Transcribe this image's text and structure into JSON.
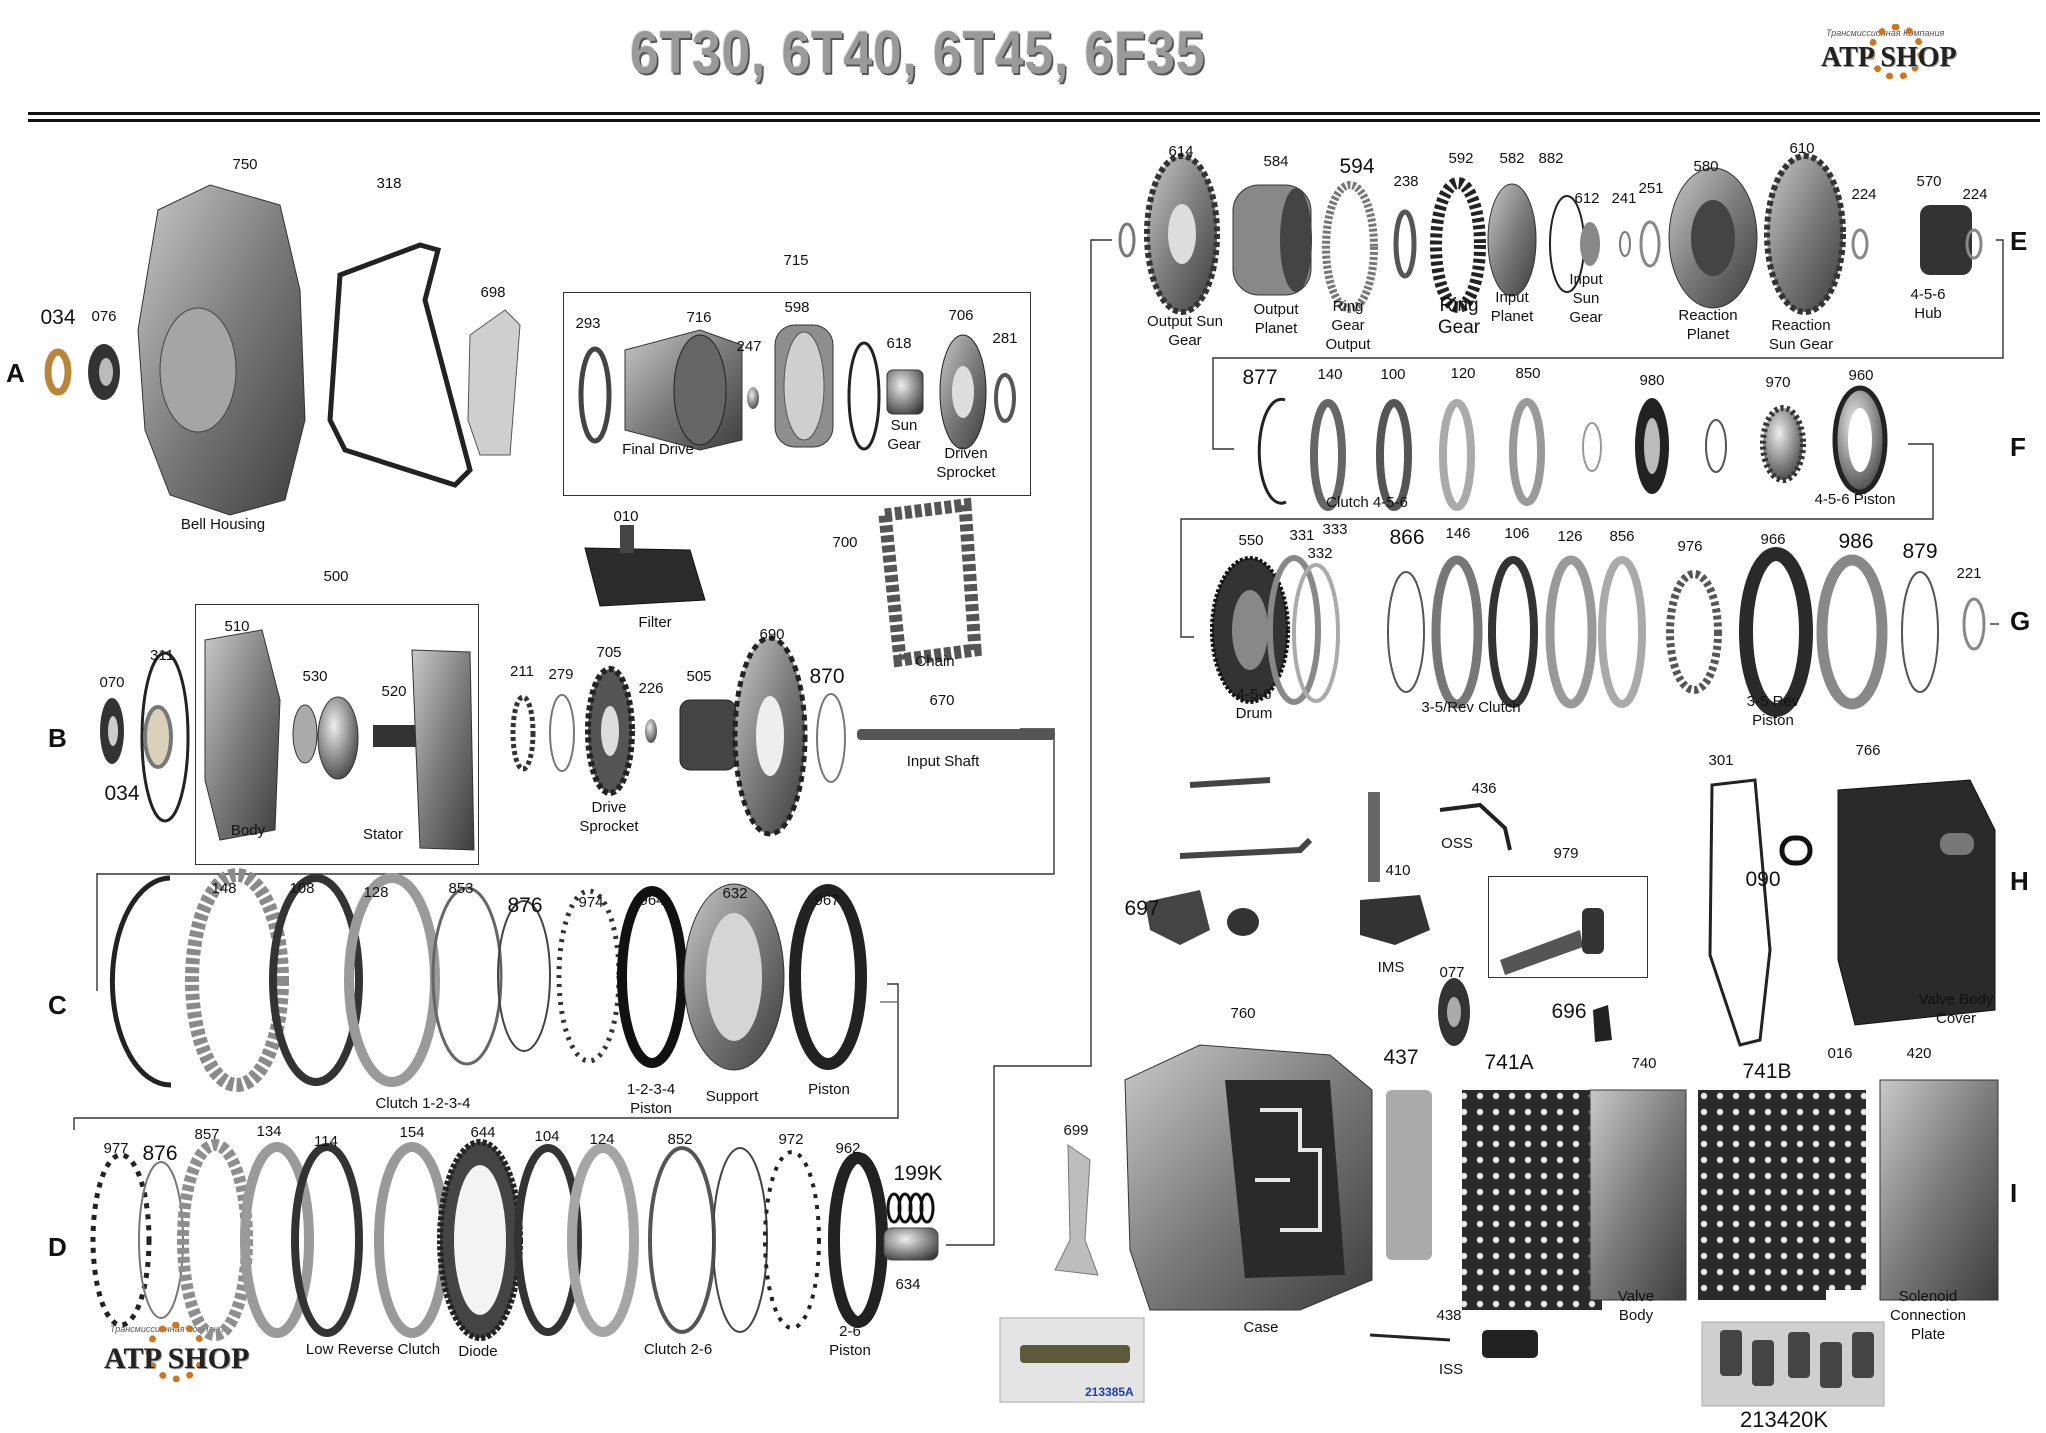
{
  "title": "6T30, 6T40, 6T45, 6F35",
  "logo": {
    "brand": "ATP SHOP",
    "tagline": "Трансмиссионная Компания"
  },
  "rows": [
    "A",
    "B",
    "C",
    "D",
    "E",
    "F",
    "G",
    "H",
    "I"
  ],
  "numbers": {
    "n750": "750",
    "n318": "318",
    "n698": "698",
    "n034a": "034",
    "n076": "076",
    "n715": "715",
    "n293": "293",
    "n716": "716",
    "n598": "598",
    "n247": "247",
    "n618": "618",
    "n706": "706",
    "n281": "281",
    "n010": "010",
    "n700": "700",
    "n500": "500",
    "n510": "510",
    "n530": "530",
    "n520": "520",
    "n070": "070",
    "n311": "311",
    "n034b": "034",
    "n211": "211",
    "n279": "279",
    "n705": "705",
    "n226": "226",
    "n505": "505",
    "n690": "690",
    "n870": "870",
    "n670": "670",
    "n148": "148",
    "n108": "108",
    "n128": "128",
    "n853": "853",
    "n876a": "876",
    "n974": "974",
    "n964": "964",
    "n632": "632",
    "n967": "967",
    "n977": "977",
    "n876b": "876",
    "n857": "857",
    "n134": "134",
    "n114": "114",
    "n154": "154",
    "n644": "644",
    "n104": "104",
    "n124": "124",
    "n852": "852",
    "n972": "972",
    "n962": "962",
    "n199k": "199K",
    "n634": "634",
    "n614": "614",
    "n584": "584",
    "n594": "594",
    "n238": "238",
    "n592": "592",
    "n582": "582",
    "n882": "882",
    "n612": "612",
    "n241": "241",
    "n251": "251",
    "n580": "580",
    "n610": "610",
    "n224a": "224",
    "n570": "570",
    "n224b": "224",
    "n877": "877",
    "n140": "140",
    "n100": "100",
    "n120": "120",
    "n850": "850",
    "n980": "980",
    "n970": "970",
    "n960": "960",
    "n550": "550",
    "n331": "331",
    "n333": "333",
    "n332": "332",
    "n866": "866",
    "n146": "146",
    "n106": "106",
    "n126": "126",
    "n856": "856",
    "n976": "976",
    "n966": "966",
    "n986": "986",
    "n879": "879",
    "n221": "221",
    "n436": "436",
    "n410": "410",
    "n979": "979",
    "n697": "697",
    "n077": "077",
    "n696": "696",
    "n301": "301",
    "n090": "090",
    "n766": "766",
    "n760": "760",
    "n699": "699",
    "n437": "437",
    "n741a": "741A",
    "n740": "740",
    "n741b": "741B",
    "n016": "016",
    "n420": "420",
    "n438": "438",
    "n213420k": "213420K",
    "n213385a": "213385A"
  },
  "captions": {
    "bell_housing": "Bell Housing",
    "final_drive": "Final Drive",
    "sun_gear": "Sun\nGear",
    "driven_sprocket": "Driven\nSprocket",
    "filter": "Filter",
    "chain": "Chain",
    "body": "Body",
    "stator": "Stator",
    "drive_sprocket": "Drive\nSprocket",
    "input_shaft": "Input Shaft",
    "clutch_1234": "Clutch 1-2-3-4",
    "piston_1234": "1-2-3-4\nPiston",
    "support": "Support",
    "piston": "Piston",
    "low_reverse_clutch": "Low Reverse Clutch",
    "diode": "Diode",
    "clutch_26": "Clutch 2-6",
    "piston_26": "2-6\nPiston",
    "output_sun_gear": "Output Sun\nGear",
    "output_planet": "Output\nPlanet",
    "ring_gear_output": "Ring\nGear\nOutput",
    "ring_gear": "Ring\nGear",
    "input_planet": "Input\nPlanet",
    "input_sun_gear": "Input\nSun\nGear",
    "reaction_planet": "Reaction\nPlanet",
    "reaction_sun_gear": "Reaction\nSun Gear",
    "hub_456": "4-5-6\nHub",
    "clutch_456": "Clutch 4-5-6",
    "piston_456": "4-5-6  Piston",
    "drum_456": "4-5-6\nDrum",
    "clutch_35rev": "3-5/Rev Clutch",
    "piston_35rev": "3-5 Rev\nPiston",
    "oss": "OSS",
    "ims": "IMS",
    "valve_body_cover": "Valve Body\nCover",
    "case": "Case",
    "iss": "ISS",
    "valve_body": "Valve\nBody",
    "solenoid_plate": "Solenoid\nConnection\nPlate"
  }
}
